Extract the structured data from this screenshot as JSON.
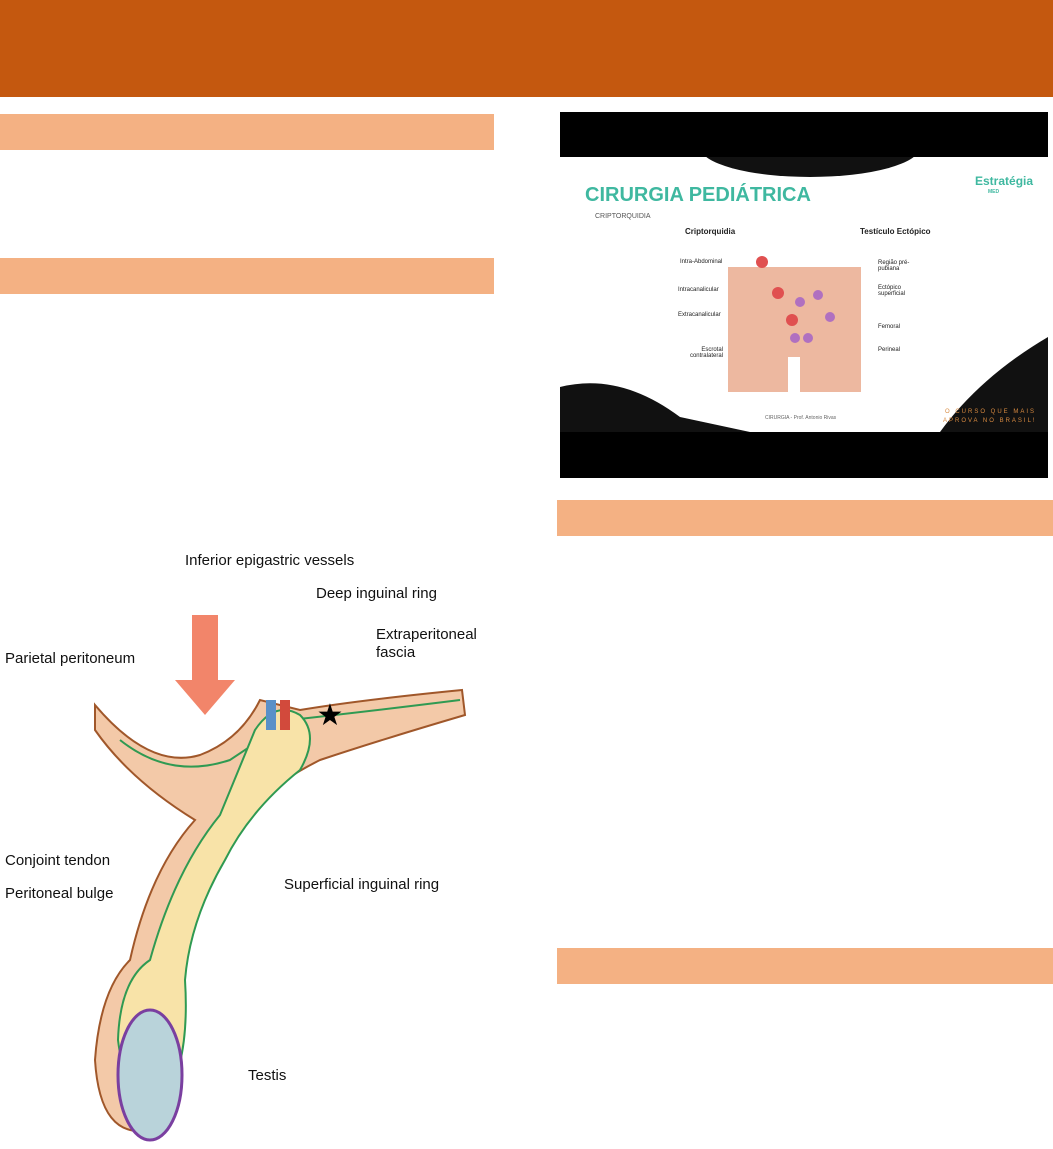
{
  "colors": {
    "header": "#C4580F",
    "section_bar": "#F4B183",
    "slide_accent": "#3FB8A0"
  },
  "slide": {
    "title": "CIRURGIA PEDIÁTRICA",
    "subtitle": "CRIPTORQUIDIA",
    "brand": "Estratégia",
    "brand_sub": "MED",
    "col_left": "Criptorquidia",
    "col_right": "Testículo Ectópico",
    "left_labels": [
      "Intra-Abdominal",
      "Intracanalicular",
      "Extracanalicular",
      "Escrotal contralateral"
    ],
    "right_labels": [
      "Região pré-pubiana",
      "Ectópico superficial",
      "Femoral",
      "Perineal"
    ],
    "footer": "CIRURGIA - Prof. Antonio Rivas",
    "slogan_line1": "O CURSO QUE MAIS",
    "slogan_line2": "APROVA NO BRASIL!"
  },
  "diagram": {
    "labels": [
      "Inferior epigastric vessels",
      "Deep inguinal ring",
      "Extraperitoneal fascia",
      "Parietal peritoneum",
      "Conjoint tendon",
      "Peritoneal bulge",
      "Superficial inguinal ring",
      "Testis"
    ]
  }
}
